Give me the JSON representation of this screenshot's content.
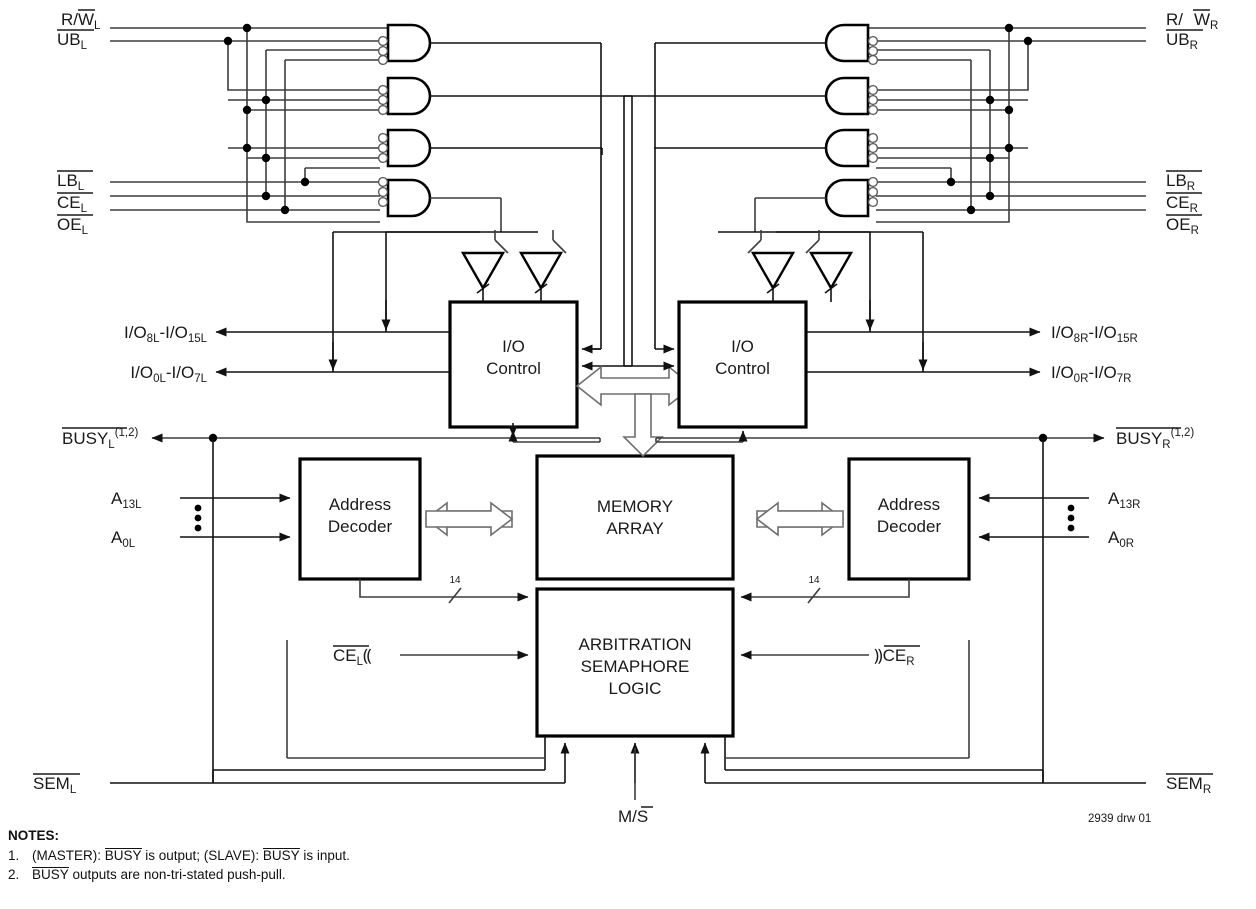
{
  "figure": {
    "drawing_number": "2939 drw 01",
    "notes_heading": "NOTES:",
    "notes": [
      {
        "num": "1.",
        "pre": "(MASTER): ",
        "ovl1": "BUSY",
        "mid": " is output; (SLAVE): ",
        "ovl2": "BUSY",
        "post": " is input."
      },
      {
        "num": "2.",
        "pre": "",
        "ovl1": "BUSY",
        "mid": " outputs are non-tri-stated push-pull.",
        "ovl2": "",
        "post": ""
      }
    ]
  },
  "blocks": {
    "io_control_left": {
      "line1": "I/O",
      "line2": "Control"
    },
    "io_control_right": {
      "line1": "I/O",
      "line2": "Control"
    },
    "address_decoder_left": {
      "line1": "Address",
      "line2": "Decoder"
    },
    "address_decoder_right": {
      "line1": "Address",
      "line2": "Decoder"
    },
    "memory_array": {
      "line1": "MEMORY",
      "line2": "ARRAY"
    },
    "arbitration": {
      "line1": "ARBITRATION",
      "line2": "SEMAPHORE",
      "line3": "LOGIC"
    }
  },
  "bus_widths": {
    "left_decoder": "14",
    "right_decoder": "14"
  },
  "signals": {
    "left": {
      "rw": {
        "pre": "R/",
        "ovl": "W",
        "sub": "L"
      },
      "ub": {
        "pre": "",
        "ovl": "UB",
        "sub": "L"
      },
      "lb": {
        "pre": "",
        "ovl": "LB",
        "sub": "L"
      },
      "ce": {
        "pre": "",
        "ovl": "CE",
        "sub": "L"
      },
      "oe": {
        "pre": "",
        "ovl": "OE",
        "sub": "L"
      },
      "io_hi": {
        "text": "I/O8L-I/O15L",
        "a": "I/O",
        "asub": "8L",
        "b": "-I/O",
        "bsub": "15L"
      },
      "io_lo": {
        "text": "I/O0L-I/O7L",
        "a": "I/O",
        "asub": "0L",
        "b": "-I/O",
        "bsub": "7L"
      },
      "busy": {
        "ovl": "BUSY",
        "sub": "L",
        "sup": "(1,2)"
      },
      "a_hi": {
        "pre": "A",
        "sub": "13L"
      },
      "a_lo": {
        "pre": "A",
        "sub": "0L"
      },
      "ce_arb": {
        "ovl": "CE",
        "sub": "L",
        "brace": "⸨"
      },
      "sem": {
        "ovl": "SEM",
        "sub": "L"
      }
    },
    "right": {
      "rw": {
        "pre": "R/",
        "ovl": "W",
        "sub": "R"
      },
      "ub": {
        "pre": "",
        "ovl": "UB",
        "sub": "R"
      },
      "lb": {
        "pre": "",
        "ovl": "LB",
        "sub": "R"
      },
      "ce": {
        "pre": "",
        "ovl": "CE",
        "sub": "R"
      },
      "oe": {
        "pre": "",
        "ovl": "OE",
        "sub": "R"
      },
      "io_hi": {
        "text": "I/O8R-I/O15R",
        "a": "I/O",
        "asub": "8R",
        "b": "-I/O",
        "bsub": "15R"
      },
      "io_lo": {
        "text": "I/O0R-I/O7R",
        "a": "I/O",
        "asub": "0R",
        "b": "-I/O",
        "bsub": "7R"
      },
      "busy": {
        "ovl": "BUSY",
        "sub": "R",
        "sup": "(1,2)"
      },
      "a_hi": {
        "pre": "A",
        "sub": "13R"
      },
      "a_lo": {
        "pre": "A",
        "sub": "0R"
      },
      "ce_arb": {
        "ovl": "CE",
        "sub": "R",
        "brace": "⸩"
      },
      "sem": {
        "ovl": "SEM",
        "sub": "R"
      }
    },
    "bottom": {
      "ms_pre": "M/",
      "ms_ovl": "S"
    }
  },
  "colors": {
    "line": "#3d3d3d",
    "line_dark": "#111111",
    "block_stroke": "#000000",
    "hollow_arrow": "#6e6e6e",
    "text": "#1a1a1a"
  }
}
